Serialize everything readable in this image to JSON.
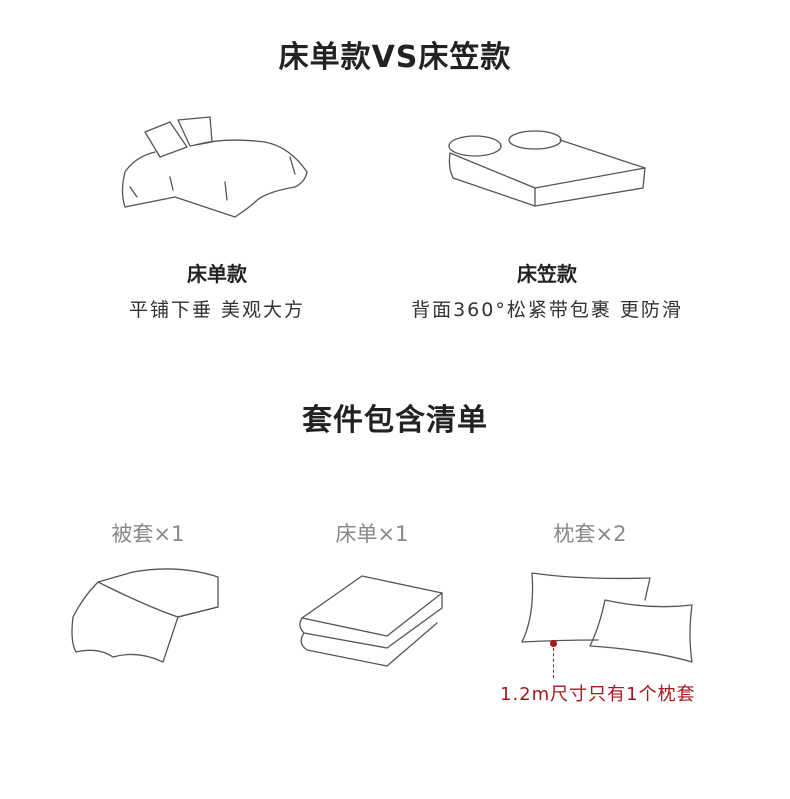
{
  "header": {
    "title": "床单款VS床笠款"
  },
  "compare": [
    {
      "name": "床单款",
      "desc": "平铺下垂 美观大方",
      "icon": "flat-sheet-bed-icon"
    },
    {
      "name": "床笠款",
      "desc": "背面360°松紧带包裹 更防滑",
      "icon": "fitted-sheet-bed-icon"
    }
  ],
  "contents": {
    "title": "套件包含清单",
    "items": [
      {
        "label": "被套×1",
        "icon": "duvet-cover-icon"
      },
      {
        "label": "床单×1",
        "icon": "bed-sheet-icon"
      },
      {
        "label": "枕套×2",
        "icon": "pillowcase-icon"
      }
    ],
    "note": "1.2m尺寸只有1个枕套",
    "note_color": "#a8181c"
  }
}
